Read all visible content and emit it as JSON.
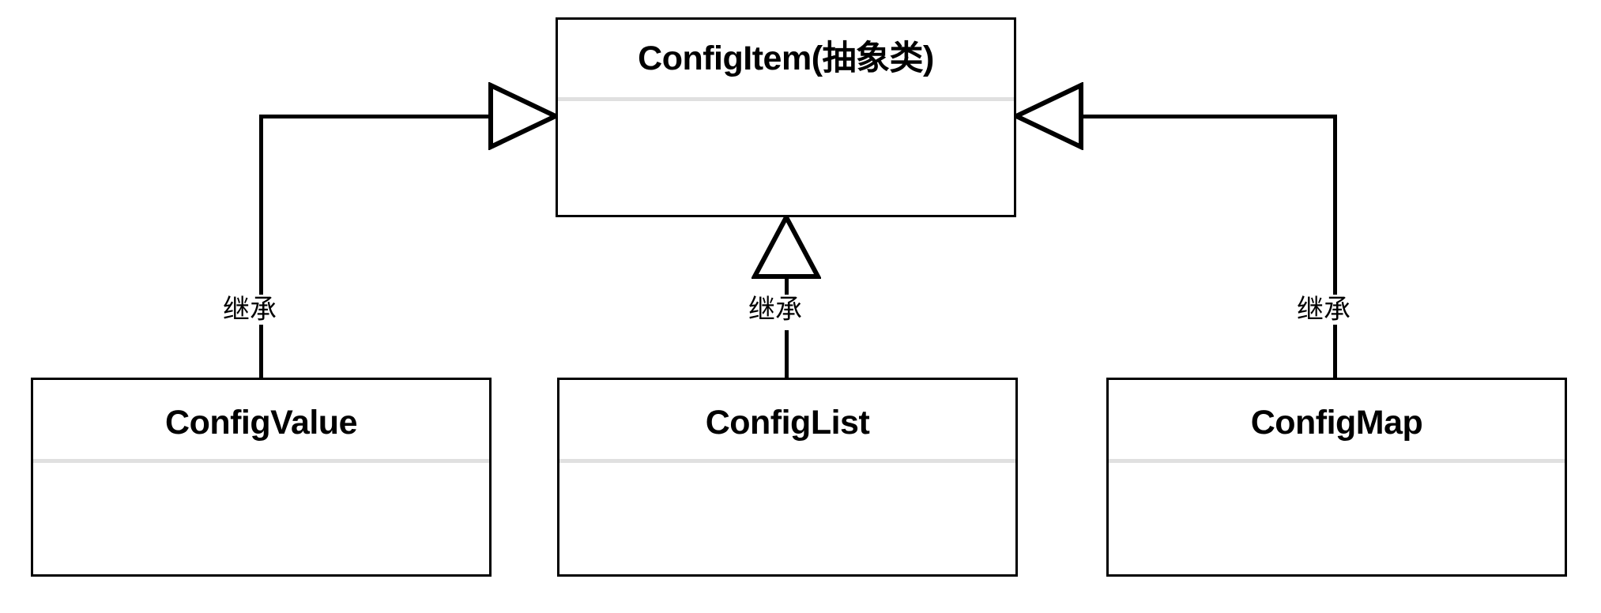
{
  "diagram": {
    "type": "uml-class-diagram",
    "title": "ConfigItem inheritance hierarchy",
    "background_color": "#ffffff",
    "line_color": "#000000",
    "divider_color": "#e0e0e0"
  },
  "classes": {
    "base": {
      "name": "ConfigItem(抽象类)",
      "stereotype": "abstract",
      "attributes": [],
      "methods": []
    },
    "derived": [
      {
        "name": "ConfigValue",
        "attributes": [],
        "methods": []
      },
      {
        "name": "ConfigList",
        "attributes": [],
        "methods": []
      },
      {
        "name": "ConfigMap",
        "attributes": [],
        "methods": []
      }
    ]
  },
  "relationships": [
    {
      "from": "ConfigValue",
      "to": "ConfigItem(抽象类)",
      "kind": "generalization",
      "label": "继承"
    },
    {
      "from": "ConfigList",
      "to": "ConfigItem(抽象类)",
      "kind": "generalization",
      "label": "继承"
    },
    {
      "from": "ConfigMap",
      "to": "ConfigItem(抽象类)",
      "kind": "generalization",
      "label": "继承"
    }
  ]
}
